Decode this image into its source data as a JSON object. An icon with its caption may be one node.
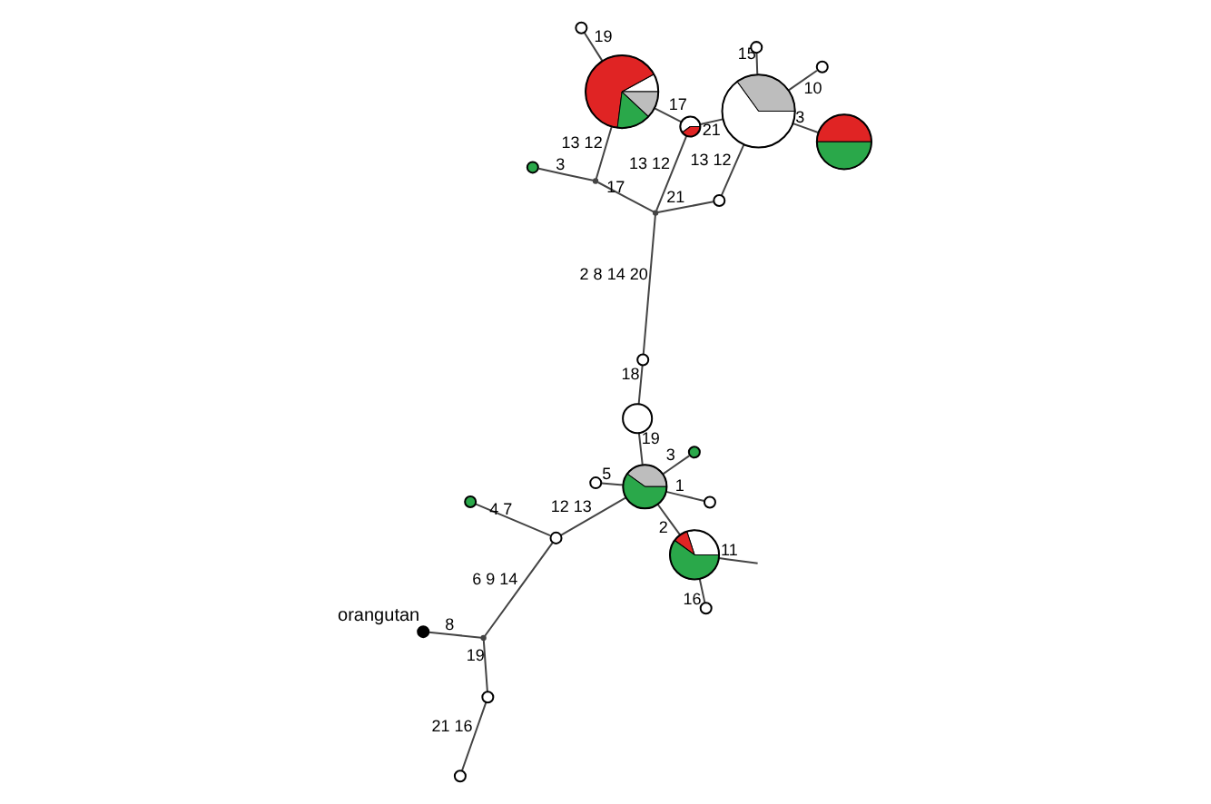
{
  "diagram": {
    "nodes": [
      {
        "text": [],
        "shape": "circle",
        "beside": [
          "orangutan"
        ]
      },
      {
        "text": [],
        "shape": "point"
      },
      {
        "text": [],
        "shape": "circle"
      },
      {
        "text": [],
        "shape": "circle"
      },
      {
        "text": [],
        "shape": "circle"
      },
      {
        "text": [],
        "shape": "circle"
      },
      {
        "text": [],
        "shape": "circle"
      },
      {
        "text": [],
        "shape": "circle"
      },
      {
        "text": [],
        "shape": "circle"
      },
      {
        "text": [],
        "shape": "circle"
      },
      {
        "text": [],
        "shape": "circle"
      },
      {
        "text": [],
        "shape": "circle"
      },
      {
        "text": [],
        "shape": "circle"
      },
      {
        "text": [],
        "shape": "circle"
      },
      {
        "text": [],
        "shape": "point"
      },
      {
        "text": [],
        "shape": "point"
      },
      {
        "text": [],
        "shape": "circle"
      },
      {
        "text": [],
        "shape": "circle"
      },
      {
        "text": [],
        "shape": "circle"
      },
      {
        "text": [],
        "shape": "circle"
      },
      {
        "text": [],
        "shape": "circle"
      },
      {
        "text": [],
        "shape": "circle"
      },
      {
        "text": [],
        "shape": "circle"
      },
      {
        "text": [],
        "shape": "circle"
      },
      {
        "text": [],
        "shape": "circle"
      }
    ],
    "edges": [
      {
        "from": 0,
        "to": 1,
        "arrow": "none",
        "label": "8"
      },
      {
        "from": 1,
        "to": 2,
        "arrow": "none",
        "label": "19"
      },
      {
        "from": 3,
        "to": 2,
        "arrow": "none",
        "label": "21 16"
      },
      {
        "from": 1,
        "to": 4,
        "arrow": "none",
        "label": "6 9 14"
      },
      {
        "from": 5,
        "to": 4,
        "arrow": "none",
        "label": "4 7"
      },
      {
        "from": 4,
        "to": 6,
        "arrow": "none",
        "label": "12 13"
      },
      {
        "from": 6,
        "to": 7,
        "arrow": "none",
        "label": "3"
      },
      {
        "from": 6,
        "to": 8,
        "arrow": "none",
        "label": "5"
      },
      {
        "from": 6,
        "to": 9,
        "arrow": "none",
        "label": "1"
      },
      {
        "from": 6,
        "to": 10,
        "arrow": "none",
        "label": "2"
      },
      {
        "from": 10,
        "to": 11,
        "arrow": "none",
        "label": "16"
      },
      {
        "from": 10,
        "to": null,
        "arrow": "none",
        "label": "11"
      },
      {
        "from": 12,
        "to": 6,
        "arrow": "none",
        "label": "19"
      },
      {
        "from": 13,
        "to": 12,
        "arrow": "none",
        "label": "18"
      },
      {
        "from": 14,
        "to": 13,
        "arrow": "none",
        "label": "2 8 14 20"
      },
      {
        "from": 15,
        "to": 14,
        "arrow": "none",
        "label": "17"
      },
      {
        "from": 15,
        "to": 16,
        "arrow": "none",
        "label": "3"
      },
      {
        "from": 17,
        "to": 15,
        "arrow": "none",
        "label": "13 12"
      },
      {
        "from": 19,
        "to": 14,
        "arrow": "none",
        "label": "13 12"
      },
      {
        "from": 24,
        "to": 14,
        "arrow": "none",
        "label": "21"
      },
      {
        "from": 20,
        "to": 24,
        "arrow": "none",
        "label": "13 12"
      },
      {
        "from": 19,
        "to": 17,
        "arrow": "none",
        "label": "17"
      },
      {
        "from": 20,
        "to": 19,
        "arrow": "none",
        "label": "21"
      },
      {
        "from": 18,
        "to": 17,
        "arrow": "none",
        "label": "19"
      },
      {
        "from": 21,
        "to": 20,
        "arrow": "none",
        "label": "15"
      },
      {
        "from": 22,
        "to": 20,
        "arrow": "none",
        "label": "3"
      },
      {
        "from": 20,
        "to": 23,
        "arrow": "none",
        "label": "10"
      }
    ]
  }
}
